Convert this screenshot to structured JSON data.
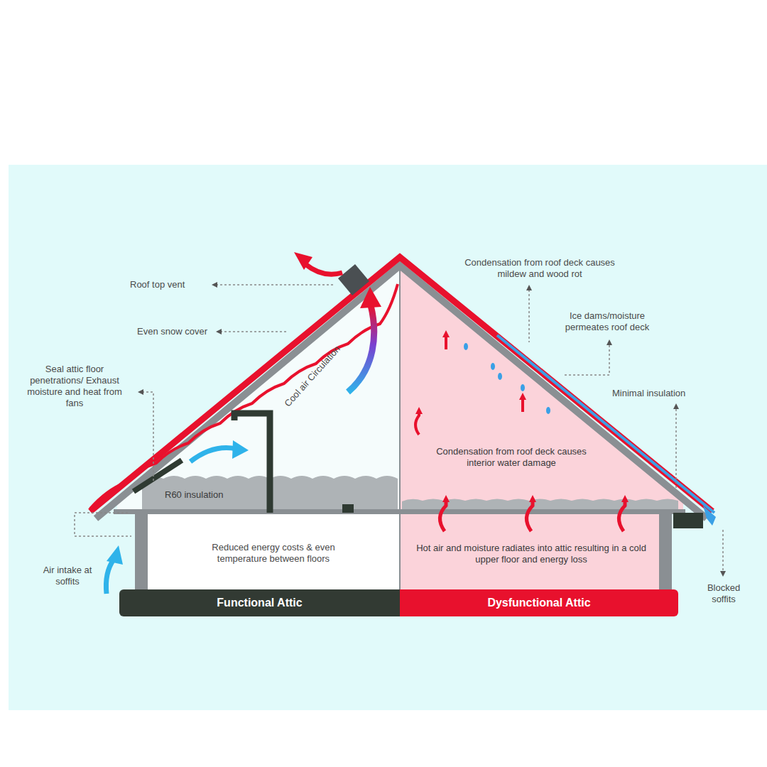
{
  "diagram": {
    "nodes": [
      {
        "text": [
          "Functional Attic"
        ]
      },
      {
        "text": [
          "Dysfunctional Attic"
        ]
      }
    ],
    "labels": [
      "Roof top vent",
      "Even snow cover",
      "Seal attic floor penetrations/ Exhaust moisture and heat from fans",
      "Cool air Circulation",
      "R60 insulation",
      "Reduced energy costs & even temperature between floors",
      "Air intake at soffits",
      "Condensation from roof deck causes mildew and wood rot",
      "Ice dams/moisture permeates roof deck",
      "Minimal insulation",
      "Condensation from roof deck causes interior water damage",
      "Hot air and moisture radiates into attic resulting in a cold upper floor and energy loss",
      "Blocked soffits"
    ]
  }
}
